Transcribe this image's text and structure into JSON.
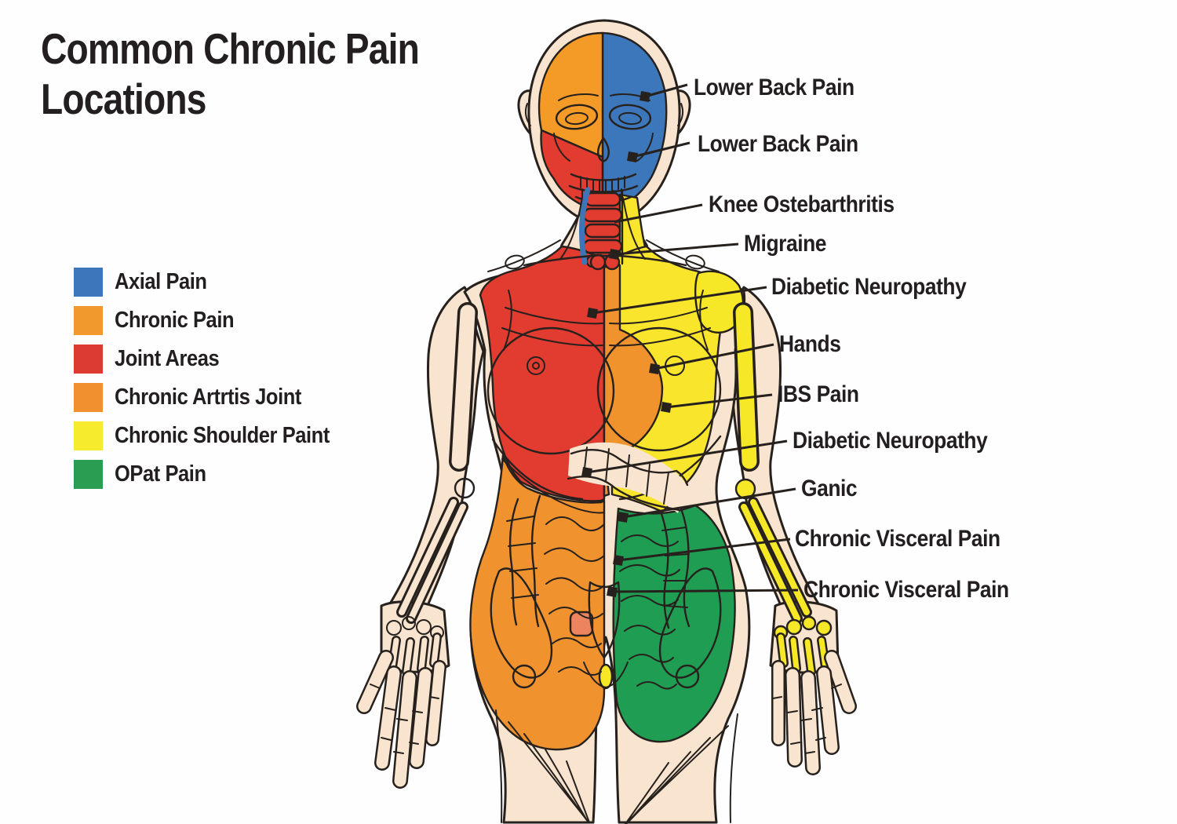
{
  "title": {
    "line1": "Common Chronic Pain",
    "line2": "Locations"
  },
  "legend": {
    "items": [
      {
        "label": "Axial Pain",
        "color": "#3D76BB"
      },
      {
        "label": "Chronic Pain",
        "color": "#F2992E"
      },
      {
        "label": "Joint Areas",
        "color": "#DC3B31"
      },
      {
        "label": "Chronic Artrtis Joint",
        "color": "#F0902F"
      },
      {
        "label": "Chronic Shoulder Paint",
        "color": "#F7EB2E"
      },
      {
        "label": "OPat Pain",
        "color": "#2A9D52"
      }
    ]
  },
  "annotations": {
    "labels": [
      {
        "text": "Lower Back Pain"
      },
      {
        "text": "Lower Back Pain"
      },
      {
        "text": "Knee Ostebarthritis"
      },
      {
        "text": "Migraine"
      },
      {
        "text": "Diabetic Neuropathy"
      },
      {
        "text": "Hands"
      },
      {
        "text": "IBS Pain"
      },
      {
        "text": "Diabetic Neuropathy"
      },
      {
        "text": "Ganic"
      },
      {
        "text": "Chronic Visceral Pain"
      },
      {
        "text": "Chronic Visceral Pain"
      }
    ]
  },
  "figure": {
    "subject": "front-view human anatomy figure with colored pain regions",
    "colors": {
      "text": "#231F20",
      "outline": "#27211E",
      "skin": "#F8E4CF",
      "headorange": "#F49B27",
      "blue": "#3C76BB",
      "red": "#E23B30",
      "yellow": "#F8E52C",
      "orangeband": "#F0932D",
      "orange": "#F0922D",
      "green": "#1F9E53",
      "boneyellow": "#F6E827",
      "bladder": "#ED8460",
      "vessel": "#3E74B8"
    }
  }
}
